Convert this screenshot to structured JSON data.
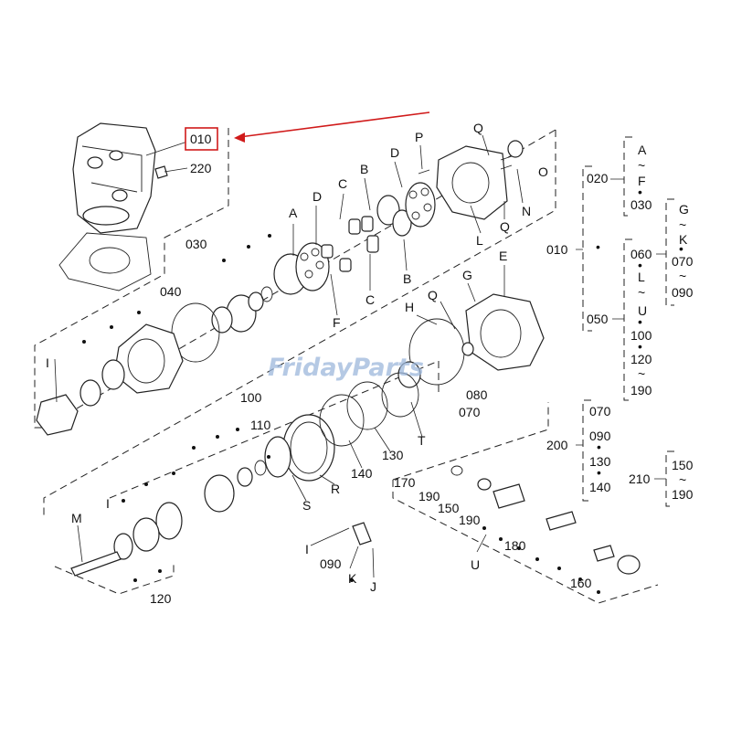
{
  "watermark": "FridayParts",
  "highlight_label": "010",
  "part_labels": {
    "l010": "010",
    "l220": "220",
    "l030": "030",
    "l040": "040",
    "A": "A",
    "D1": "D",
    "C1": "C",
    "B1": "B",
    "D2": "D",
    "P": "P",
    "Q1": "Q",
    "O": "O",
    "Q2": "Q",
    "N": "N",
    "L": "L",
    "B2": "B",
    "C2": "C",
    "F": "F",
    "E": "E",
    "G": "G",
    "H": "H",
    "Q3": "Q",
    "l070": "070",
    "l080": "080",
    "l100": "100",
    "l110": "110",
    "T": "T",
    "l130": "130",
    "l140": "140",
    "R": "R",
    "S": "S",
    "l170": "170",
    "l190a": "190",
    "l150": "150",
    "l190b": "190",
    "l180": "180",
    "l160": "160",
    "U": "U",
    "I1": "I",
    "l090": "090",
    "K": "K",
    "J": "J",
    "M": "M",
    "l120": "120",
    "I2": "I",
    "I3": "I"
  },
  "tree": {
    "t020": "020",
    "tA": "A",
    "tT1": "~",
    "tF": "F",
    "tD1": "•",
    "t030": "030",
    "tG": "G",
    "tT2": "~",
    "tK": "K",
    "tD2": "•",
    "t070": "070",
    "tT3": "~",
    "t090": "090",
    "t010": "010",
    "tD3": "•",
    "t060": "060",
    "tD4": "•",
    "tL": "L",
    "tT4": "~",
    "tU": "U",
    "tD5": "•",
    "t050": "050",
    "t100": "100",
    "tD6": "•",
    "t120": "120",
    "tT5": "~",
    "t190": "190",
    "t200": "200",
    "t070b": "070",
    "t090b": "090",
    "tD7": "•",
    "t130": "130",
    "tD8": "•",
    "t140": "140",
    "t210": "210",
    "t150": "150",
    "tT6": "~",
    "t190b": "190"
  }
}
